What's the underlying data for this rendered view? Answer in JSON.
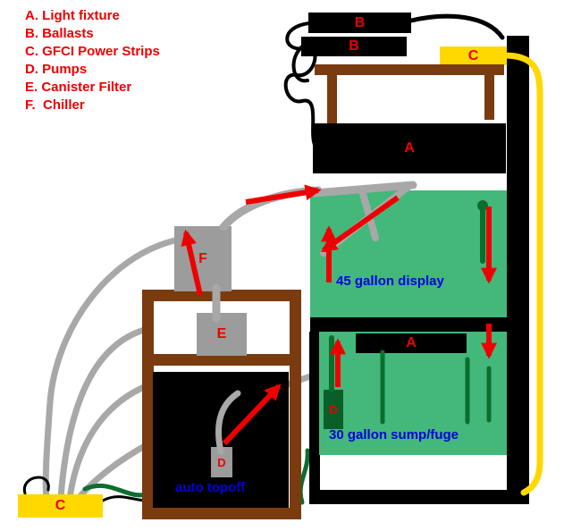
{
  "legend": {
    "items": [
      "A. Light fixture",
      "B. Ballasts",
      "C. GFCI Power Strips",
      "D. Pumps",
      "E. Canister Filter",
      "F.  Chiller"
    ]
  },
  "components": {
    "ballast_top": "B",
    "ballast_bottom": "B",
    "gfci_top": "C",
    "gfci_bottom": "C",
    "light_display": "A",
    "light_sump": "A",
    "chiller": "F",
    "canister_filter": "E",
    "pump_sump": "D",
    "pump_topoff": "D"
  },
  "tanks": {
    "display_label": "45 gallon display",
    "sump_label": "30 gallon sump/fuge",
    "topoff_label": "auto topoff"
  },
  "colors": {
    "legend_red": "#ee0000",
    "arrow_red": "#ee0000",
    "label_blue": "#0000dd",
    "tank_green": "#43b87a",
    "pipe_dark_green": "#0b6e2d",
    "hose_gray": "#a8a8a8",
    "equipment_gray": "#9c9c9c",
    "wood_brown": "#7a3b0f",
    "power_yellow": "#ffd800",
    "stand_black": "#000000"
  }
}
